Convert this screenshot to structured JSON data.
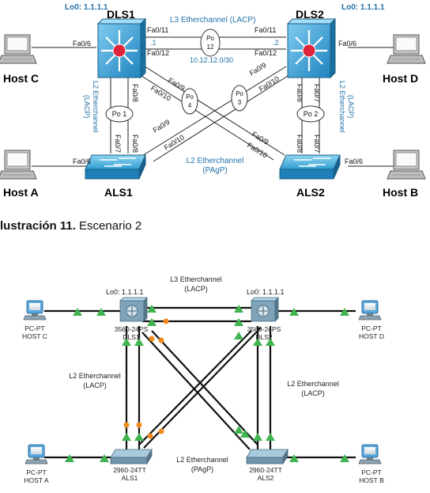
{
  "top_diagram": {
    "loopback_dls1": "Lo0: 1.1.1.1",
    "loopback_dls2": "Lo0: 1.1.1.1",
    "dls1": "DLS1",
    "dls2": "DLS2",
    "als1": "ALS1",
    "als2": "ALS2",
    "host_a": "Host A",
    "host_b": "Host B",
    "host_c": "Host C",
    "host_d": "Host D",
    "l3_label": "L3 Etherchannel (LACP)",
    "l3_net": "10.12.12.0/30",
    "dot1": ".1",
    "dot2": ".2",
    "po12": "Po\n12",
    "po1": "Po 1",
    "po2": "Po 2",
    "po3": "Po\n3",
    "po4": "Po\n4",
    "left_l2_a": "L2 Etherchannel",
    "left_l2_b": "(LACP)",
    "right_l2_a": "L2 Etherchannel",
    "right_l2_b": "(LACP)",
    "pagp_a": "L2 Etherchannel",
    "pagp_b": "(PAgP)",
    "ports": {
      "fa011_l": "Fa0/11",
      "fa012_l": "Fa0/12",
      "fa011_r": "Fa0/11",
      "fa012_r": "Fa0/12",
      "fa06_c": "Fa0/6",
      "fa06_d": "Fa0/6",
      "fa06_a": "Fa0/6",
      "fa06_b": "Fa0/6",
      "fa09_dls1": "Fa0/9",
      "fa010_dls1": "Fa0/10",
      "fa09_dls2": "Fa0/9",
      "fa010_dls2": "Fa0/10",
      "fa09_als1": "Fa0/9",
      "fa010_als1": "Fa0/10",
      "fa09_als2": "Fa0/9",
      "fa010_als2": "Fa0/10",
      "fa08_dls1": "Fa0/8",
      "fa07_als1": "Fa0/7",
      "fa08_als1": "Fa0/8",
      "fa08_dls2": "Fa0/8",
      "fa07_dls2": "Fa0/7",
      "fa08_als2": "Fa0/8",
      "fa07_als2": "Fa0/7"
    }
  },
  "caption": {
    "bold": "lustración 11.",
    "text": " Escenario 2"
  },
  "bottom_diagram": {
    "l3_a": "L3 Etherchannel",
    "l3_b": "(LACP)",
    "lo_dls1": "Lo0: 1.1.1.1",
    "lo_dls2": "Lo0: 1.1.1.1",
    "model_dls1": "3560-24PS",
    "name_dls1": "DLS1",
    "model_dls2": "3560-24PS",
    "name_dls2": "DLS2",
    "left_l2_a": "L2 Etherchannel",
    "left_l2_b": "(LACP)",
    "right_l2_a": "L2 Etherchannel",
    "right_l2_b": "(LACP)",
    "pagp_a": "L2 Etherchannel",
    "pagp_b": "(PAgP)",
    "model_als1": "2960-24TT",
    "name_als1": "ALS1",
    "model_als2": "2960-24TT",
    "name_als2": "ALS2",
    "pc_c": "PC-PT",
    "host_c": "HOST C",
    "pc_d": "PC-PT",
    "host_d": "HOST D",
    "pc_a": "PC-PT",
    "host_a": "HOST A",
    "pc_b": "PC-PT",
    "host_b": "HOST B"
  }
}
